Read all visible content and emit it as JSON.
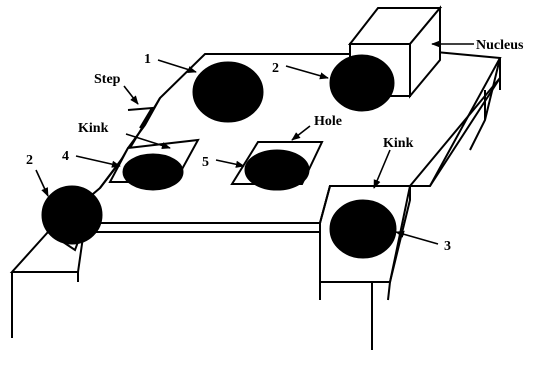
{
  "labels": {
    "nucleus": "Nucleus",
    "step": "Step",
    "kink_left": "Kink",
    "kink_right": "Kink",
    "hole": "Hole"
  },
  "site_numbers": {
    "adatom_terrace": "1",
    "adatom_nucleus": "2",
    "adatom_step": "2",
    "adatom_kink_corner": "3",
    "adatom_kink": "4",
    "adatom_hole": "5"
  }
}
